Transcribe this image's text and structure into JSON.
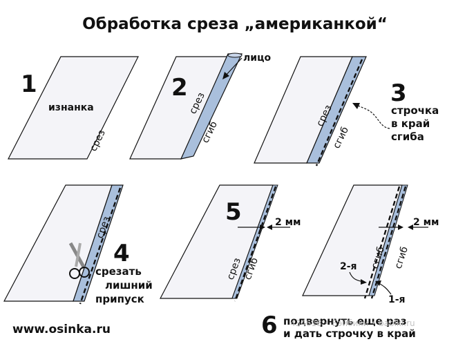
{
  "title": "Обработка среза „американкой“",
  "steps": {
    "s1": {
      "number": "1",
      "label_wrong_side": "изнанка",
      "label_edge": "срез"
    },
    "s2": {
      "number": "2",
      "label_edge": "срез",
      "label_fold": "сгиб",
      "label_face": "лицо"
    },
    "s3": {
      "number": "3",
      "label_edge": "срез",
      "label_fold": "сгиб",
      "caption_line1": "строчка",
      "caption_line2": "в край",
      "caption_line3": "сгиба"
    },
    "s4": {
      "number": "4",
      "label_edge": "срез",
      "caption_line1": "срезать",
      "caption_line2": "лишний",
      "caption_line3": "припуск"
    },
    "s5": {
      "number": "5",
      "label_edge": "срез",
      "label_fold": "сгиб",
      "dimension": "2 мм"
    },
    "s6": {
      "number": "6",
      "label_fold_a": "сгиб",
      "label_fold_b": "сгиб",
      "dimension": "2 мм",
      "label_second": "2-я",
      "label_first": "1-я",
      "caption_line1": "подвернуть еще раз",
      "caption_line2": "и дать строчку в край"
    }
  },
  "footer": {
    "website": "www.osinka.ru",
    "watermark": "434618 • Бэйбики • babiki.ru"
  },
  "colors": {
    "panel_fill": "#f4f4f8",
    "panel_stroke": "#111111",
    "allowance_fill": "#a9bfdc",
    "text": "#111111",
    "watermark": "#b8b8b8"
  },
  "icons": {
    "scissors": "scissors-icon",
    "stitch": "stitch-line"
  }
}
